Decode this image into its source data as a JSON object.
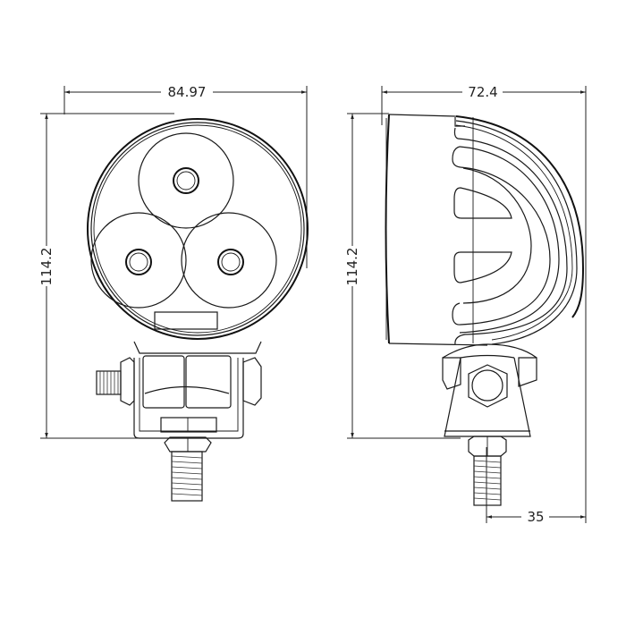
{
  "drawing": {
    "title": "LED work light dimension drawing",
    "views": [
      {
        "name": "front-view",
        "description": "Round lamp with three LED reflectors and label plate, U-bracket mount with bolt"
      },
      {
        "name": "side-view",
        "description": "Side profile with finned heat sink and mounting bracket"
      }
    ],
    "units": "mm",
    "stroke_color": "#1a1a1a",
    "background": "#ffffff"
  },
  "dimensions": {
    "front_width": "84.97",
    "front_height": "114.2",
    "side_depth": "72.4",
    "side_height": "114.2",
    "bolt_offset": "35"
  }
}
